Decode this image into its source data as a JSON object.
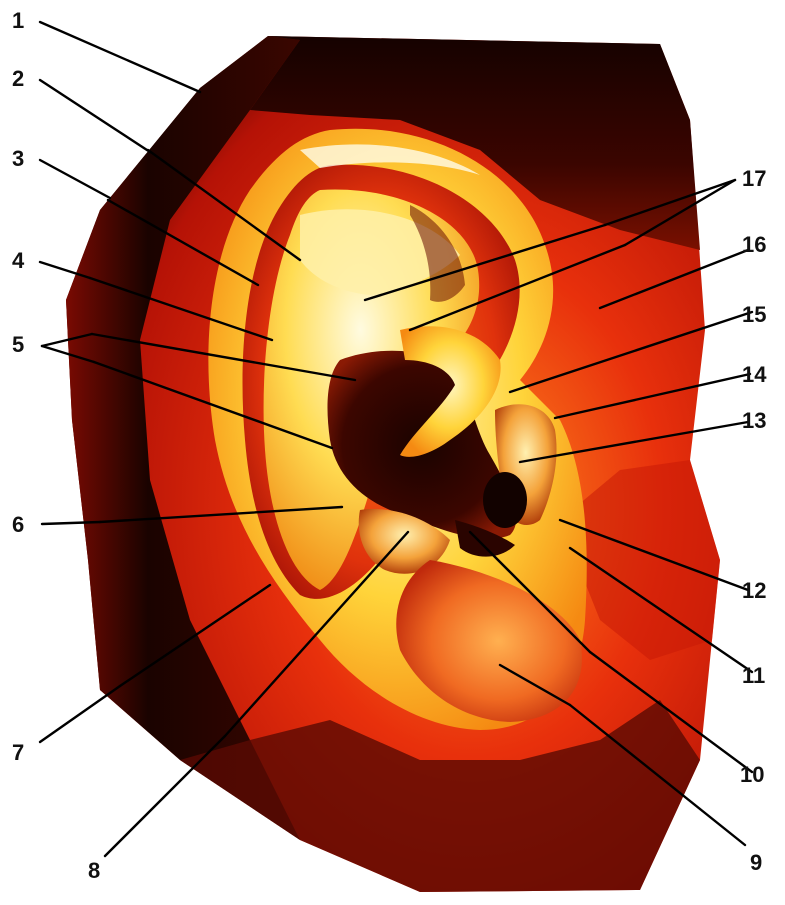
{
  "callouts": [
    {
      "id": "c1",
      "label": "1"
    },
    {
      "id": "c2",
      "label": "2"
    },
    {
      "id": "c3",
      "label": "3"
    },
    {
      "id": "c4",
      "label": "4"
    },
    {
      "id": "c5",
      "label": "5"
    },
    {
      "id": "c6",
      "label": "6"
    },
    {
      "id": "c7",
      "label": "7"
    },
    {
      "id": "c8",
      "label": "8"
    },
    {
      "id": "c9",
      "label": "9"
    },
    {
      "id": "c10",
      "label": "10"
    },
    {
      "id": "c11",
      "label": "11"
    },
    {
      "id": "c12",
      "label": "12"
    },
    {
      "id": "c13",
      "label": "13"
    },
    {
      "id": "c14",
      "label": "14"
    },
    {
      "id": "c15",
      "label": "15"
    },
    {
      "id": "c16",
      "label": "16"
    },
    {
      "id": "c17",
      "label": "17"
    }
  ],
  "colors": {
    "background": "#ffffff",
    "tissue_dark": "#2a0500",
    "tissue_red": "#d8160a",
    "tissue_orange": "#f25a10",
    "cartilage_yellow": "#ffd23a",
    "highlight": "#fff7c8",
    "leader_line": "#000000"
  }
}
